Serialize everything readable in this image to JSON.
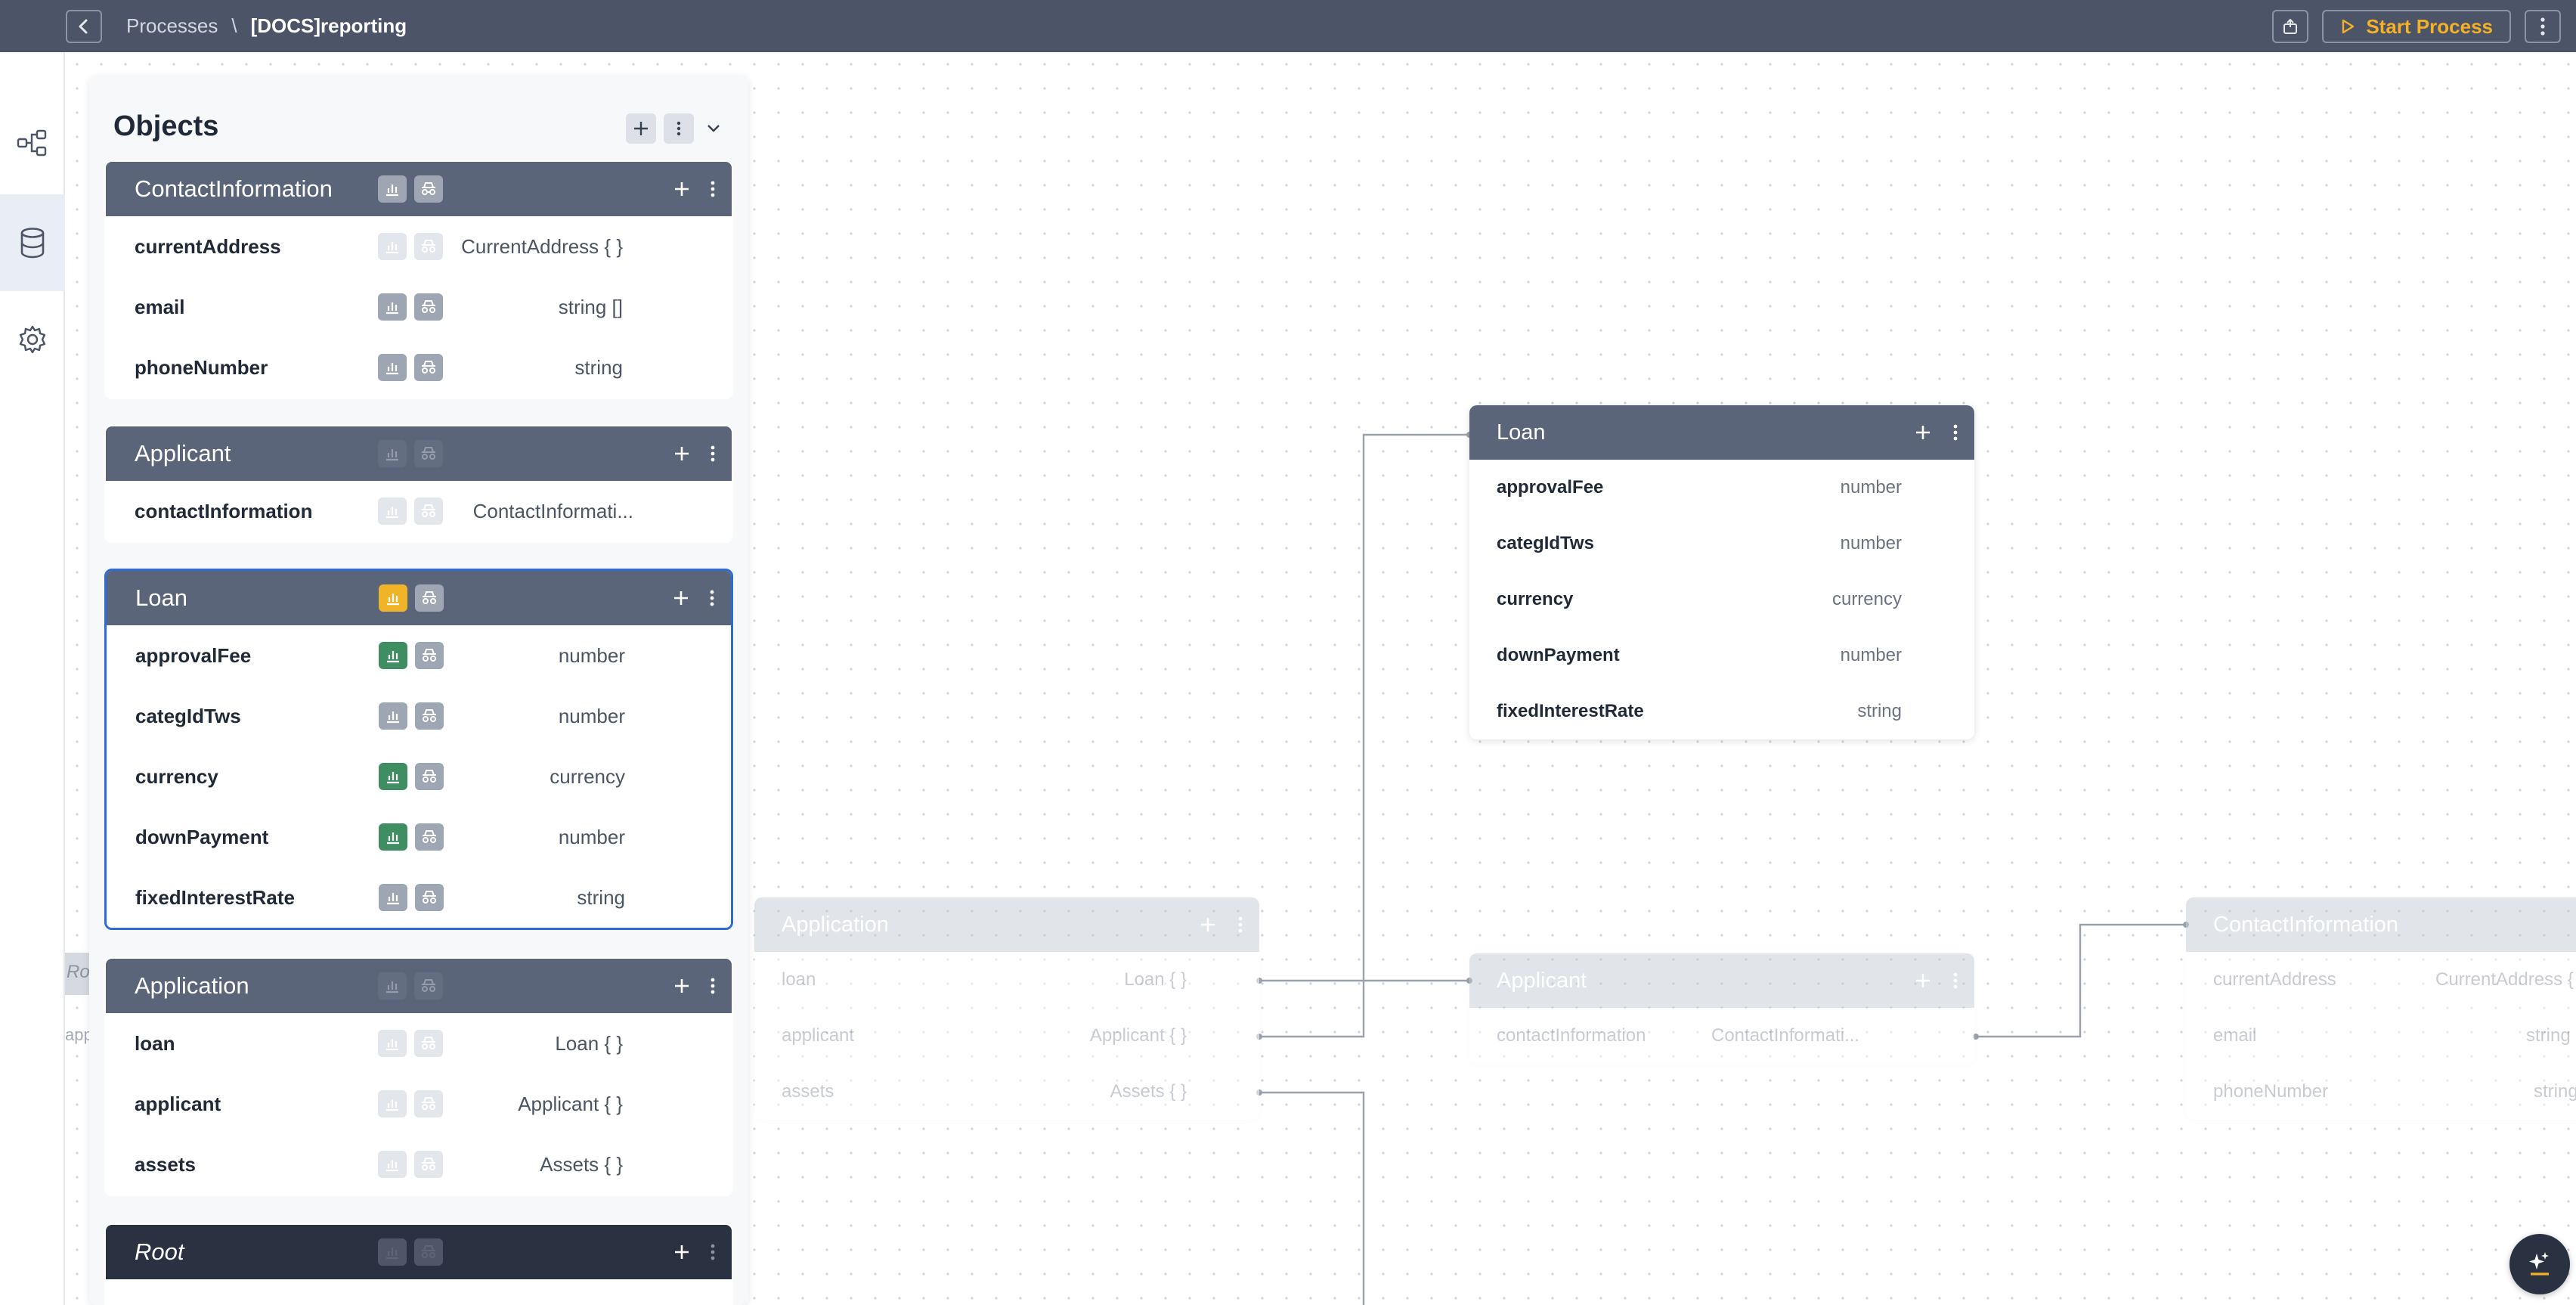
{
  "topbar": {
    "breadcrumb_root": "Processes",
    "breadcrumb_sep": "\\",
    "breadcrumb_current": "[DOCS]reporting",
    "start_label": "Start Process",
    "accent": "#f5b027"
  },
  "rail": {
    "items": [
      {
        "icon": "process-flow-icon"
      },
      {
        "icon": "database-icon",
        "active": true
      },
      {
        "icon": "gear-icon"
      }
    ]
  },
  "panel": {
    "title": "Objects",
    "cards": [
      {
        "name": "ContactInformation",
        "header_badges": [
          "light",
          "light"
        ],
        "fields": [
          {
            "name": "currentAddress",
            "type": "CurrentAddress { }",
            "badges": [
              "faint",
              "faint"
            ]
          },
          {
            "name": "email",
            "type": "string []",
            "badges": [
              "light",
              "light"
            ]
          },
          {
            "name": "phoneNumber",
            "type": "string",
            "badges": [
              "light",
              "light"
            ]
          }
        ]
      },
      {
        "name": "Applicant",
        "header_badges": [
          "dim",
          "dim"
        ],
        "fields": [
          {
            "name": "contactInformation",
            "type": "ContactInformati...",
            "badges": [
              "faint",
              "faint"
            ]
          }
        ]
      },
      {
        "name": "Loan",
        "selected": true,
        "header_badges": [
          "yellow",
          "light"
        ],
        "fields": [
          {
            "name": "approvalFee",
            "type": "number",
            "badges": [
              "green",
              "light"
            ]
          },
          {
            "name": "categIdTws",
            "type": "number",
            "badges": [
              "light",
              "light"
            ]
          },
          {
            "name": "currency",
            "type": "currency",
            "badges": [
              "green",
              "light"
            ]
          },
          {
            "name": "downPayment",
            "type": "number",
            "badges": [
              "green",
              "light"
            ]
          },
          {
            "name": "fixedInterestRate",
            "type": "string",
            "badges": [
              "light",
              "light"
            ]
          }
        ]
      },
      {
        "name": "Application",
        "header_badges": [
          "dim",
          "dim"
        ],
        "fields": [
          {
            "name": "loan",
            "type": "Loan { }",
            "badges": [
              "faint",
              "faint"
            ]
          },
          {
            "name": "applicant",
            "type": "Applicant { }",
            "badges": [
              "faint",
              "faint"
            ]
          },
          {
            "name": "assets",
            "type": "Assets { }",
            "badges": [
              "faint",
              "faint"
            ]
          }
        ]
      },
      {
        "name": "Root",
        "italic": true,
        "dark": true,
        "header_badges": [
          "dim",
          "dim"
        ],
        "fields": []
      }
    ]
  },
  "diagram": {
    "partial_left_title": "Ro",
    "partial_left_field": "app",
    "nodes": [
      {
        "id": "loan",
        "title": "Loan",
        "faded": false,
        "fields": [
          {
            "name": "approvalFee",
            "type": "number"
          },
          {
            "name": "categIdTws",
            "type": "number"
          },
          {
            "name": "currency",
            "type": "currency"
          },
          {
            "name": "downPayment",
            "type": "number"
          },
          {
            "name": "fixedInterestRate",
            "type": "string"
          }
        ]
      },
      {
        "id": "application",
        "title": "Application",
        "faded": true,
        "fields": [
          {
            "name": "loan",
            "type": "Loan { }"
          },
          {
            "name": "applicant",
            "type": "Applicant { }"
          },
          {
            "name": "assets",
            "type": "Assets { }"
          }
        ]
      },
      {
        "id": "applicant",
        "title": "Applicant",
        "faded": true,
        "fields": [
          {
            "name": "contactInformation",
            "type": "ContactInformati..."
          }
        ]
      },
      {
        "id": "contact",
        "title": "ContactInformation",
        "faded": true,
        "fields": [
          {
            "name": "currentAddress",
            "type": "CurrentAddress {"
          },
          {
            "name": "email",
            "type": "string ["
          },
          {
            "name": "phoneNumber",
            "type": "string"
          }
        ]
      }
    ]
  },
  "colors": {
    "header": "#4b5567",
    "card_header": "#5a6579",
    "selection": "#2b6cd6",
    "green_badge": "#3e8e62",
    "yellow_badge": "#f0b429"
  }
}
